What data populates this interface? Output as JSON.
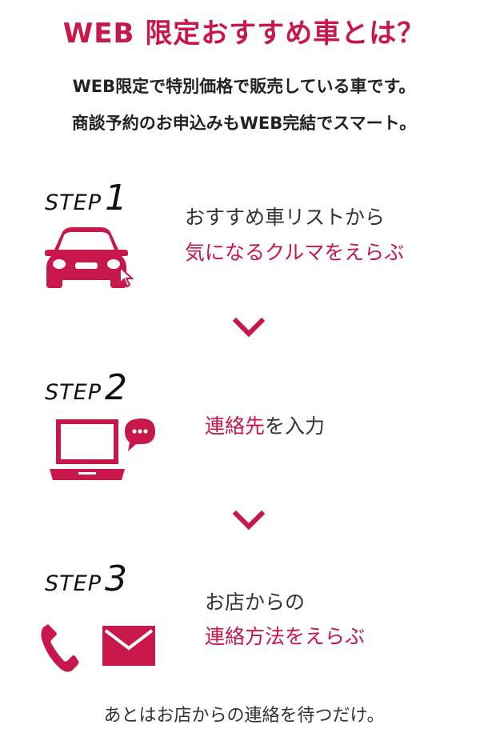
{
  "title": "WEB 限定おすすめ車とは？",
  "intro": {
    "line1": "WEB限定で特別価格で販売している車です。",
    "line2": "商談予約のお申込みもWEB完結でスマート。"
  },
  "step_word": "STEP",
  "steps": [
    {
      "number": "1",
      "line1": "おすすめ車リストから",
      "line2": "気になるクルマをえらぶ",
      "icon": "car-icon"
    },
    {
      "number": "2",
      "line1_highlight": "連絡先",
      "line1_rest": "を入力",
      "icon": "laptop-chat-icon"
    },
    {
      "number": "3",
      "line1": "お店からの",
      "line2": "連絡方法をえらぶ",
      "icon": "phone-mail-icon"
    }
  ],
  "footer": "あとはお店からの連絡を待つだけ。",
  "colors": {
    "accent": "#c8174a",
    "text": "#333333"
  }
}
